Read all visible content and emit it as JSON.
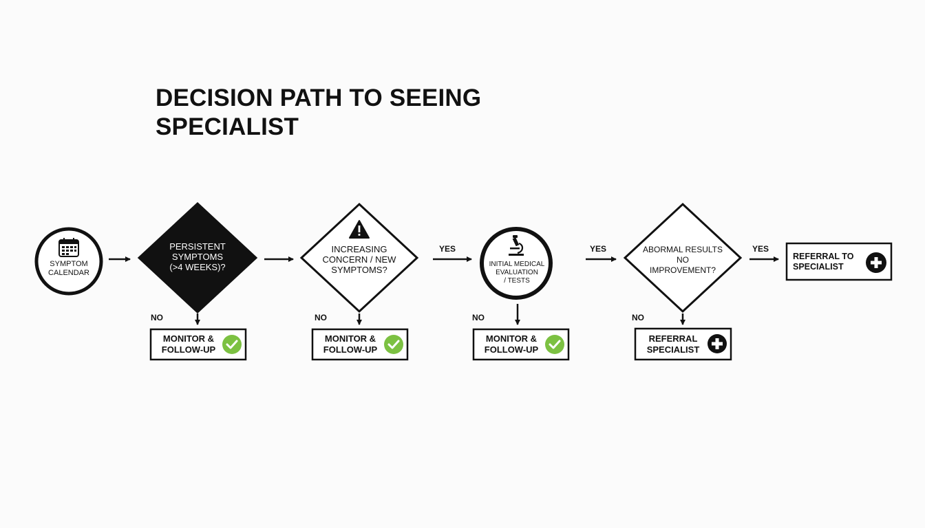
{
  "title": {
    "line1": "DECISION PATH TO SEEING",
    "line2": "SPECIALIST"
  },
  "nodes": {
    "start": {
      "line1": "SYMPTOM",
      "line2": "CALENDAR",
      "icon": "calendar-icon"
    },
    "decision1": {
      "line1": "PERSISTENT",
      "line2": "SYMPTOMS",
      "line3": "(>4 WEEKS)?"
    },
    "decision2": {
      "line1": "INCREASING",
      "line2": "CONCERN / NEW",
      "line3": "SYMPTOMS?",
      "icon": "warning-icon"
    },
    "evaluation": {
      "line1": "INITIAL MEDICAL",
      "line2": "EVALUATION",
      "line3": "/ TESTS",
      "icon": "microscope-icon"
    },
    "decision3": {
      "line1": "ABORMAL RESULTS",
      "line2": "NO",
      "line3": "IMPROVEMENT?"
    },
    "referral_final": {
      "line1": "REFERRAL TO",
      "line2": "SPECIALIST",
      "icon": "plus-icon"
    }
  },
  "outcomes": {
    "monitor1": {
      "line1": "MONITOR &",
      "line2": "FOLLOW-UP",
      "icon": "check-icon"
    },
    "monitor2": {
      "line1": "MONITOR &",
      "line2": "FOLLOW-UP",
      "icon": "check-icon"
    },
    "monitor3": {
      "line1": "MONITOR &",
      "line2": "FOLLOW-UP",
      "icon": "check-icon"
    },
    "referral_no": {
      "line1": "REFERRAL",
      "line2": "SPECIALIST",
      "icon": "plus-icon"
    }
  },
  "edge_labels": {
    "no1": "NO",
    "no2": "NO",
    "no3": "NO",
    "no4": "NO",
    "yes1": "YES",
    "yes2": "YES",
    "yes3": "YES"
  },
  "colors": {
    "ink": "#111111",
    "check_green": "#7cc142",
    "background": "#fbfbfb"
  }
}
